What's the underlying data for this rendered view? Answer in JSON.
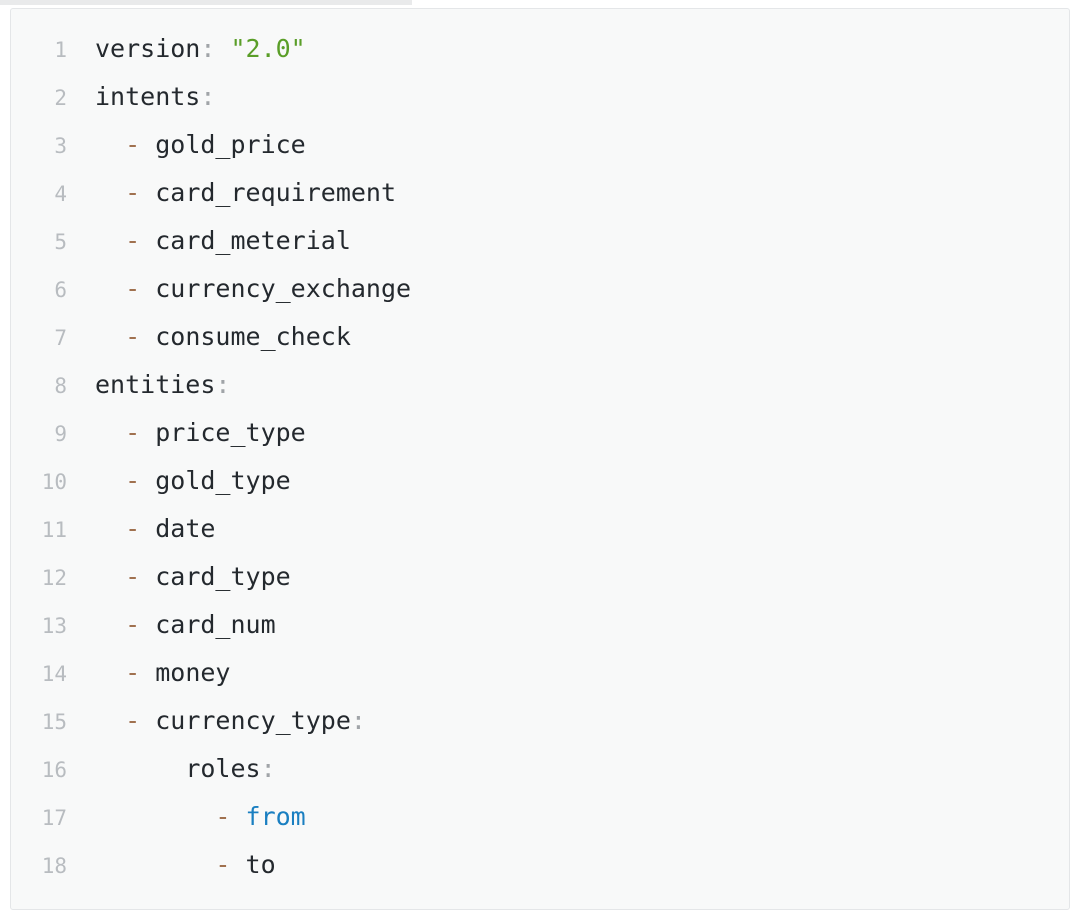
{
  "editor": {
    "language": "yaml",
    "background": "#f8f9f9",
    "border_color": "#e4e6e8",
    "gutter_color": "#b8bcc0",
    "colors": {
      "key": "#24292e",
      "punctuation": "#a0a4a8",
      "dash": "#a0714f",
      "plain": "#24292e",
      "string": "#5a9e28",
      "keyword": "#1a7fc1"
    },
    "line_numbers": [
      "1",
      "2",
      "3",
      "4",
      "5",
      "6",
      "7",
      "8",
      "9",
      "10",
      "11",
      "12",
      "13",
      "14",
      "15",
      "16",
      "17",
      "18"
    ],
    "lines": [
      {
        "n": "1",
        "indent": "",
        "dash": "",
        "key": "version",
        "colon": ":",
        "value": " \"2.0\"",
        "value_type": "string"
      },
      {
        "n": "2",
        "indent": "",
        "dash": "",
        "key": "intents",
        "colon": ":",
        "value": "",
        "value_type": "none"
      },
      {
        "n": "3",
        "indent": "  ",
        "dash": "- ",
        "key": "",
        "colon": "",
        "value": "gold_price",
        "value_type": "plain"
      },
      {
        "n": "4",
        "indent": "  ",
        "dash": "- ",
        "key": "",
        "colon": "",
        "value": "card_requirement",
        "value_type": "plain"
      },
      {
        "n": "5",
        "indent": "  ",
        "dash": "- ",
        "key": "",
        "colon": "",
        "value": "card_meterial",
        "value_type": "plain"
      },
      {
        "n": "6",
        "indent": "  ",
        "dash": "- ",
        "key": "",
        "colon": "",
        "value": "currency_exchange",
        "value_type": "plain"
      },
      {
        "n": "7",
        "indent": "  ",
        "dash": "- ",
        "key": "",
        "colon": "",
        "value": "consume_check",
        "value_type": "plain"
      },
      {
        "n": "8",
        "indent": "",
        "dash": "",
        "key": "entities",
        "colon": ":",
        "value": "",
        "value_type": "none"
      },
      {
        "n": "9",
        "indent": "  ",
        "dash": "- ",
        "key": "",
        "colon": "",
        "value": "price_type",
        "value_type": "plain"
      },
      {
        "n": "10",
        "indent": "  ",
        "dash": "- ",
        "key": "",
        "colon": "",
        "value": "gold_type",
        "value_type": "plain"
      },
      {
        "n": "11",
        "indent": "  ",
        "dash": "- ",
        "key": "",
        "colon": "",
        "value": "date",
        "value_type": "plain"
      },
      {
        "n": "12",
        "indent": "  ",
        "dash": "- ",
        "key": "",
        "colon": "",
        "value": "card_type",
        "value_type": "plain"
      },
      {
        "n": "13",
        "indent": "  ",
        "dash": "- ",
        "key": "",
        "colon": "",
        "value": "card_num",
        "value_type": "plain"
      },
      {
        "n": "14",
        "indent": "  ",
        "dash": "- ",
        "key": "",
        "colon": "",
        "value": "money",
        "value_type": "plain"
      },
      {
        "n": "15",
        "indent": "  ",
        "dash": "- ",
        "key": "currency_type",
        "colon": ":",
        "value": "",
        "value_type": "none"
      },
      {
        "n": "16",
        "indent": "      ",
        "dash": "",
        "key": "roles",
        "colon": ":",
        "value": "",
        "value_type": "none"
      },
      {
        "n": "17",
        "indent": "        ",
        "dash": "- ",
        "key": "",
        "colon": "",
        "value": "from",
        "value_type": "keyword"
      },
      {
        "n": "18",
        "indent": "        ",
        "dash": "- ",
        "key": "",
        "colon": "",
        "value": "to",
        "value_type": "plain"
      }
    ]
  },
  "document": {
    "version": "2.0",
    "intents": [
      "gold_price",
      "card_requirement",
      "card_meterial",
      "currency_exchange",
      "consume_check"
    ],
    "entities": [
      "price_type",
      "gold_type",
      "date",
      "card_type",
      "card_num",
      "money",
      "currency_type"
    ],
    "currency_type_roles": [
      "from",
      "to"
    ]
  }
}
